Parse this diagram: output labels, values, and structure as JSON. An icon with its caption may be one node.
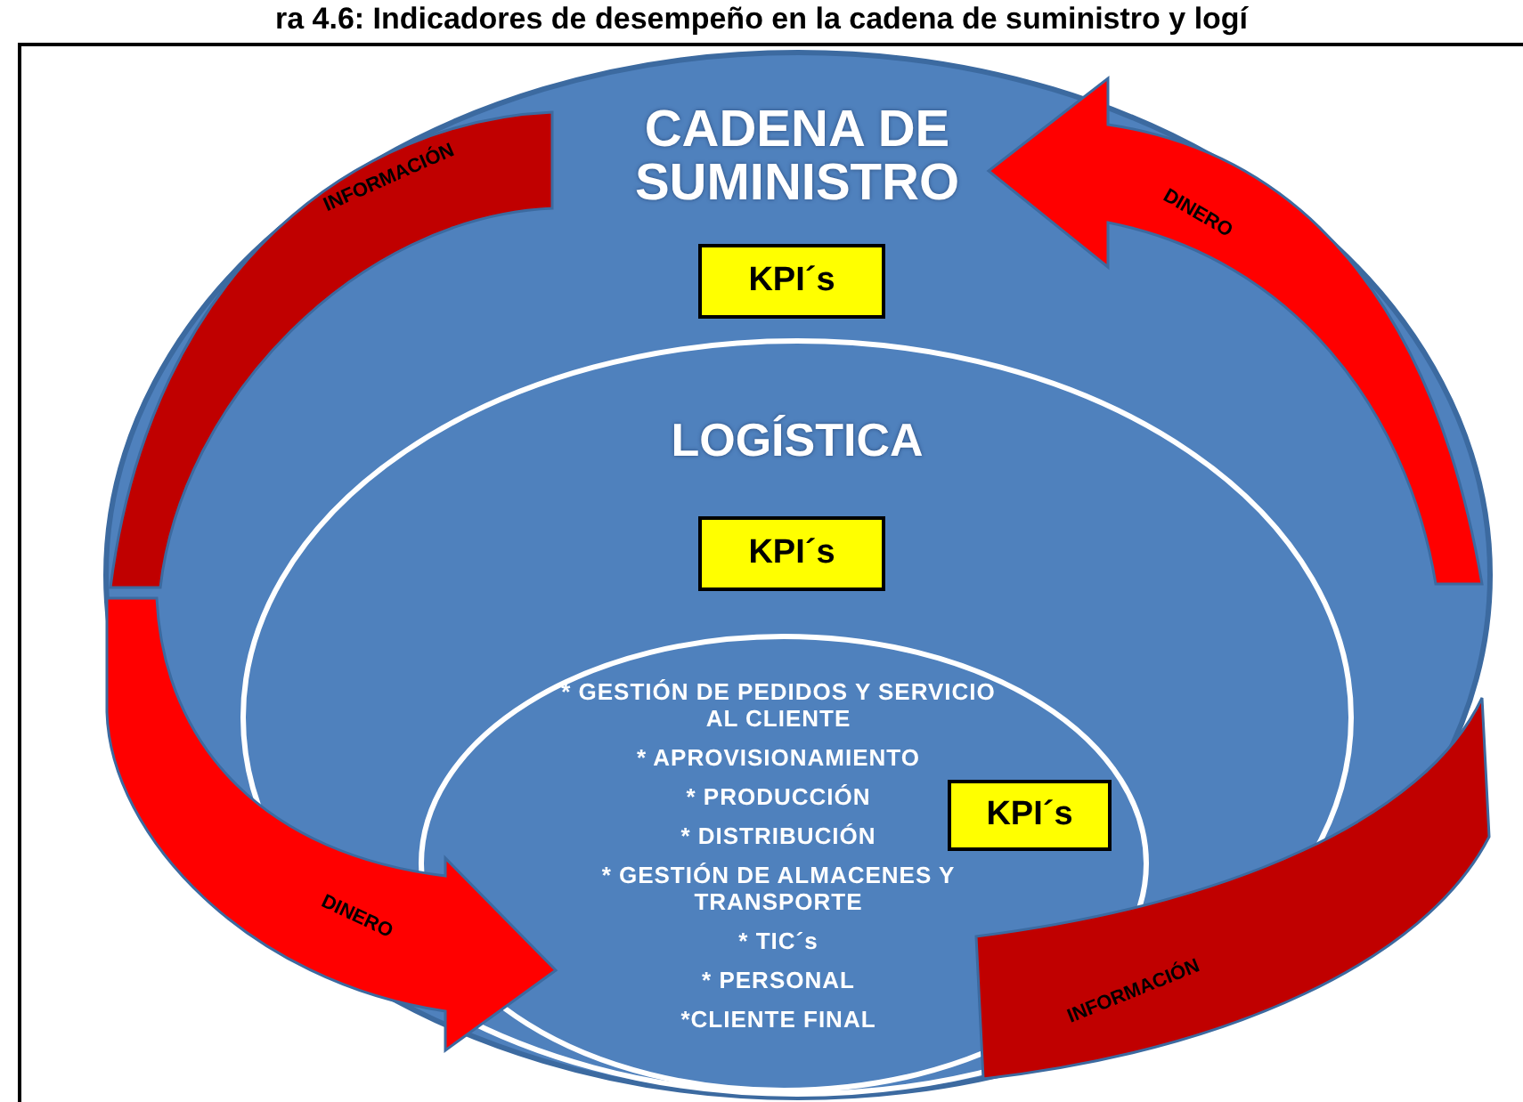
{
  "diagram": {
    "title": "ra 4.6: Indicadores de desempeño en la cadena de suministro y logí",
    "nodes": [
      {
        "text": [
          "CADENA DE SUMINISTRO"
        ]
      },
      {
        "text": [
          "INFORMACIÓN"
        ],
        "in": 0
      },
      {
        "text": [
          "DINERO"
        ],
        "in": 0
      },
      {
        "text": [
          "KPI´s"
        ],
        "in": 0
      },
      {
        "text": [
          "LOGÍSTICA"
        ],
        "in": 0
      },
      {
        "text": [
          "KPI´s"
        ],
        "in": 4
      },
      {
        "text": [
          "* GESTIÓN DE PEDIDOS Y SERVICIO AL CLIENTE",
          "* APROVISIONAMIENTO",
          "* PRODUCCIÓN",
          "* DISTRIBUCIÓN",
          "* GESTIÓN DE ALMACENES Y TRANSPORTE",
          "* TIC´s",
          "* PERSONAL",
          "*CLIENTE FINAL"
        ],
        "in": 4
      },
      {
        "text": [
          "KPI´s"
        ],
        "in": 6
      },
      {
        "text": [
          "DINERO"
        ],
        "in": 0
      },
      {
        "text": [
          "INFORMACIÓN"
        ],
        "in": 0
      }
    ],
    "edges": []
  }
}
